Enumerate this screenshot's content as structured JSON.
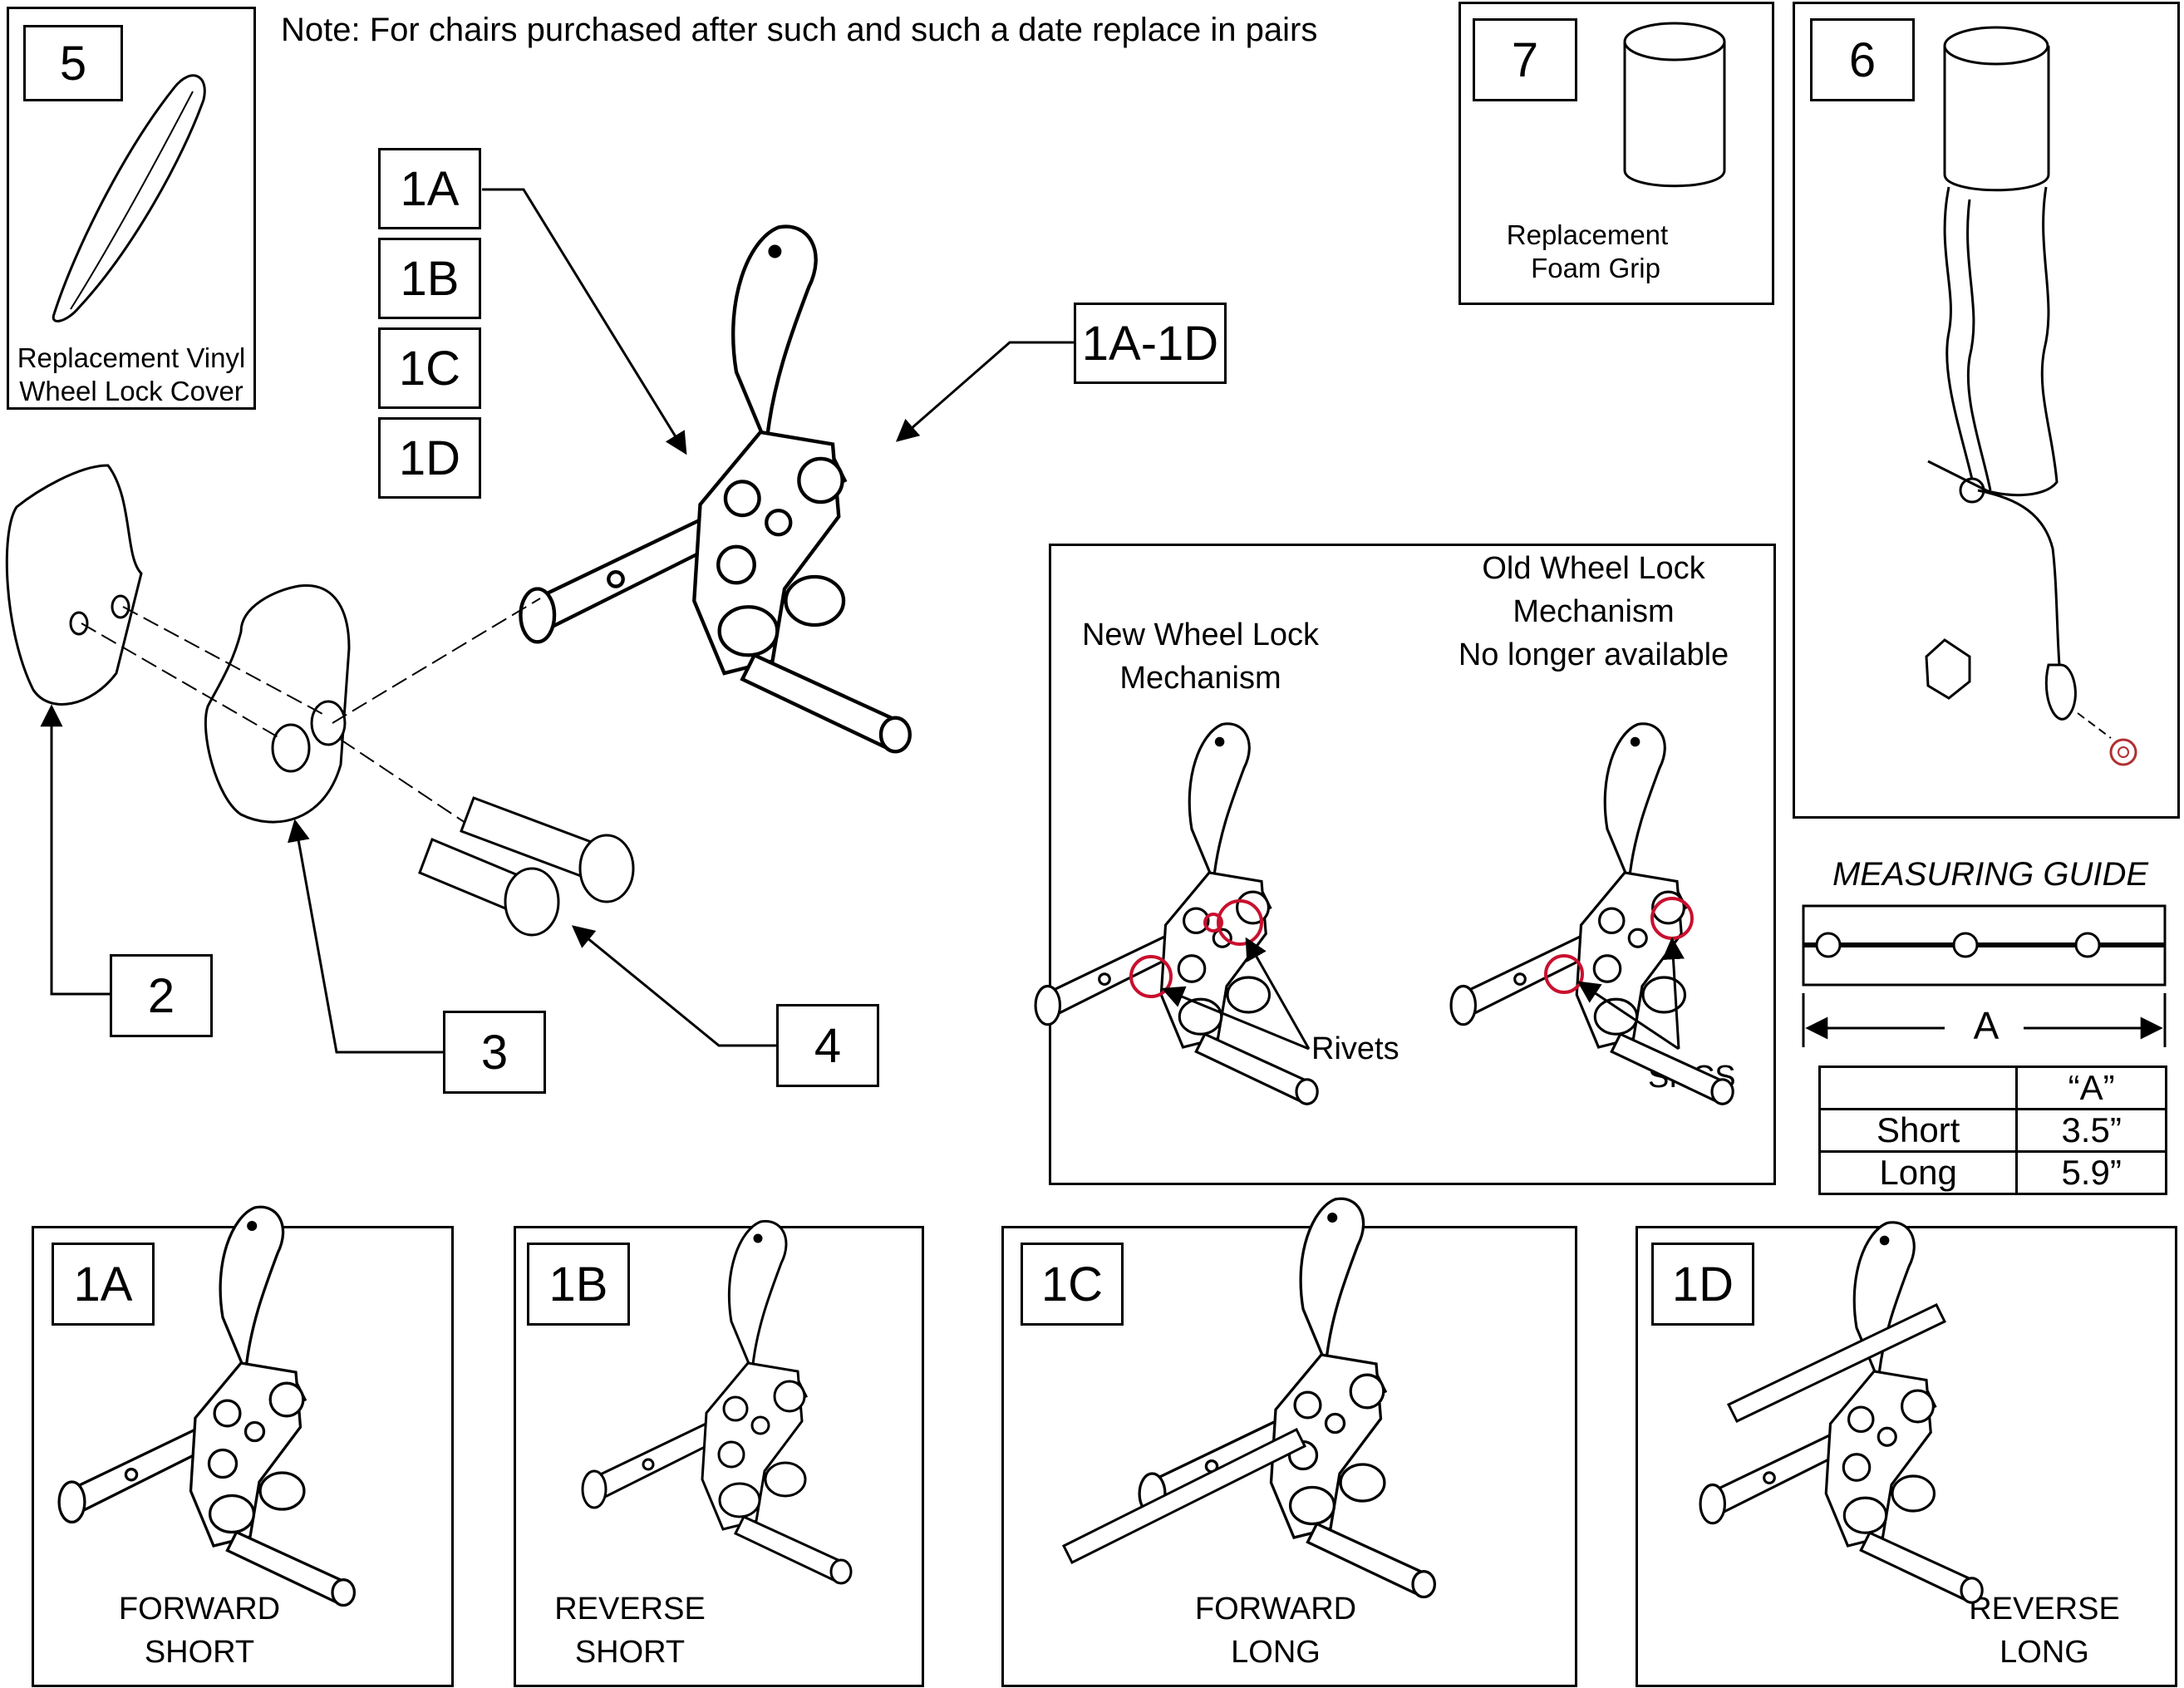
{
  "note": "Note: For chairs purchased after such and such a date replace in pairs",
  "callouts": {
    "c5": "5",
    "c7": "7",
    "c6": "6",
    "c1a": "1A",
    "c1b": "1B",
    "c1c": "1C",
    "c1d": "1D",
    "c1a1d": "1A-1D",
    "c2": "2",
    "c3": "3",
    "c4": "4"
  },
  "captions": {
    "vinyl_cover": [
      "Replacement Vinyl",
      "Wheel Lock Cover"
    ],
    "foam_grip": [
      "Replacement",
      "Foam Grip"
    ]
  },
  "mechanisms": {
    "new_title": [
      "New Wheel Lock",
      "Mechanism"
    ],
    "old_title": [
      "Old Wheel Lock",
      "Mechanism",
      "No longer available"
    ],
    "rivets_label": "Rivets",
    "shcs_label": "SHCS"
  },
  "measuring_guide": {
    "title": "MEASURING GUIDE",
    "dimension_label": "A",
    "header": [
      "",
      "“A”"
    ],
    "rows": [
      {
        "label": "Short",
        "value": "3.5”"
      },
      {
        "label": "Long",
        "value": "5.9”"
      }
    ]
  },
  "variants": [
    {
      "id": "1A",
      "line1": "FORWARD",
      "line2": "SHORT"
    },
    {
      "id": "1B",
      "line1": "REVERSE",
      "line2": "SHORT"
    },
    {
      "id": "1C",
      "line1": "FORWARD",
      "line2": "LONG"
    },
    {
      "id": "1D",
      "line1": "REVERSE",
      "line2": "LONG"
    }
  ],
  "colors": {
    "highlight": "#c8102e",
    "line": "#000000",
    "screw": "#b03030"
  }
}
